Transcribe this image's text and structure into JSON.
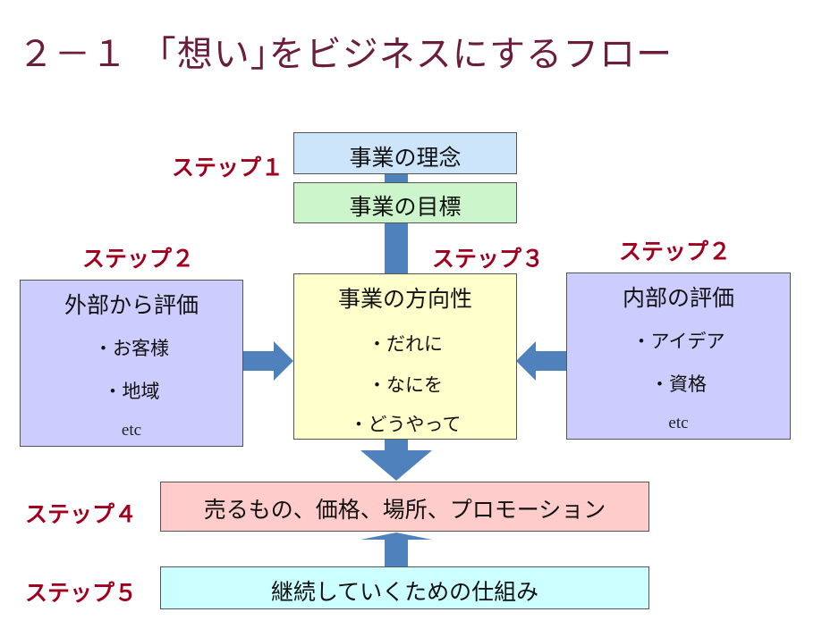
{
  "title": "２－１ 「想い｣をビジネスにするフロー",
  "steps": {
    "step1": "ステップ１",
    "step2_left": "ステップ２",
    "step2_right": "ステップ２",
    "step3": "ステップ３",
    "step4": "ステップ４",
    "step5": "ステップ５"
  },
  "boxes": {
    "philosophy": "事業の理念",
    "goal": "事業の目標",
    "direction": {
      "heading": "事業の方向性",
      "items": [
        "・だれに",
        "・なにを",
        "・どうやって"
      ]
    },
    "external": {
      "heading": "外部から評価",
      "items": [
        "・お客様",
        "・地域"
      ],
      "etc": "etc"
    },
    "internal": {
      "heading": "内部の評価",
      "items": [
        "・アイデア",
        "・資格"
      ],
      "etc": "etc"
    },
    "marketing_mix": "売るもの、価格、場所、プロモーション",
    "sustain": "継続していくための仕組み"
  },
  "colors": {
    "title": "#6b1d3c",
    "step_label": "#a0001e",
    "arrow": "#4f81bd",
    "philosophy_fill": "#cce5fa",
    "goal_fill": "#ccf5cc",
    "direction_fill": "#ffffcc",
    "evaluation_fill": "#ccccff",
    "marketing_fill": "#ffcccc",
    "sustain_fill": "#ccffff"
  }
}
